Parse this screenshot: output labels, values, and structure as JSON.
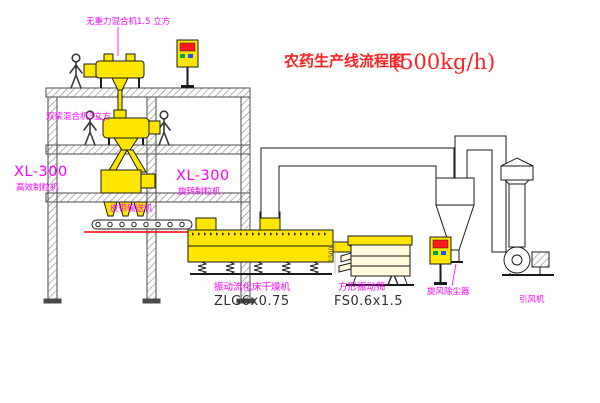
{
  "title": {
    "main": "农药生产线流程图",
    "capacity": "(500kg/h)"
  },
  "labels": {
    "mixer_top_name": "无重力混合机1.5 立方",
    "mixer_mid_name": "双桨混合机3立方",
    "granulator_left_model": "XL-300",
    "granulator_left_name": "高效制粒机",
    "granulator_mid_model": "XL-300",
    "granulator_mid_name": "旋转制粒机",
    "belt_conveyor_name": "皮带输送机",
    "dryer_name": "振动流化床干燥机",
    "dryer_model": "ZLG6x0.75",
    "screen_name": "方形振动筛",
    "screen_model": "FS0.6x1.5",
    "cyclone_name": "旋风除尘器",
    "fan_name": "引风机",
    "chute_dimension": "1500"
  },
  "colors": {
    "background": "#ffffff",
    "label_magenta": "#ff00ff",
    "title_red": "#ff2121",
    "equipment_yellow": "#ffe600",
    "outline_dark": "#1a1a1a",
    "display_red": "#ff1a1a",
    "conveyor_accent_red": "#ff0000"
  }
}
